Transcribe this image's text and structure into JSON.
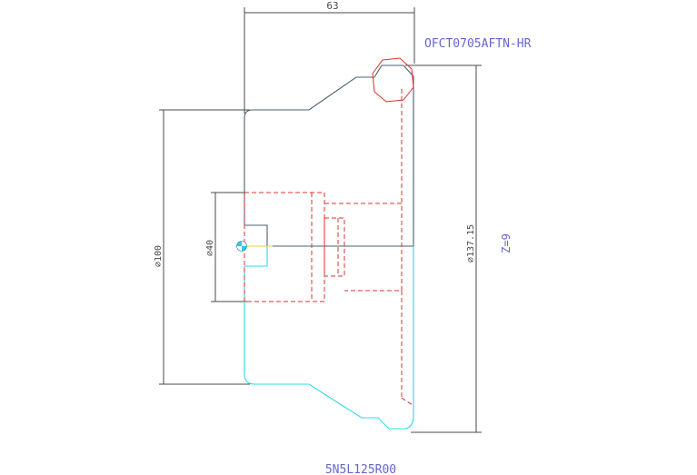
{
  "drawing": {
    "dimensions": {
      "width_63": "63",
      "dia_100": "⌀100",
      "dia_40": "⌀40",
      "dia_137": "⌀137.15"
    },
    "labels": {
      "insert_code": "OFCT0705AFTN-HR",
      "teeth": "Z=9",
      "part_number": "5N5L125R00"
    },
    "colors": {
      "outline": "#4a6070",
      "dimension": "#4a4a4a",
      "hidden": "#e03030",
      "cyan": "#30d8e8",
      "label": "#6666cc"
    }
  }
}
